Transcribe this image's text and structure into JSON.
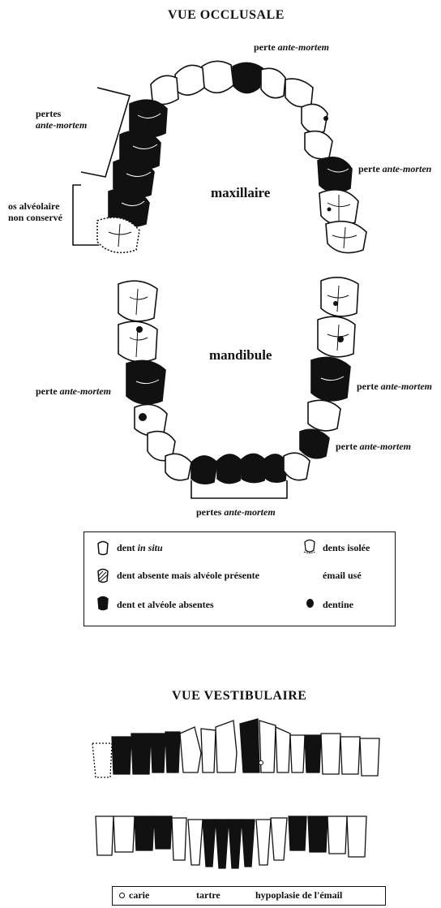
{
  "occlusal": {
    "title": "VUE OCCLUSALE",
    "maxillaire": "maxillaire",
    "mandibule": "mandibule",
    "labels": {
      "pertes_left_1": "pertes",
      "pertes_left_2": "ante-mortem",
      "os_1": "os alvéolaire",
      "os_2": "non conservé",
      "perte": "perte",
      "ante": "ante-mortem",
      "ante_cut": "ante-morten",
      "pertes": "pertes"
    }
  },
  "legend_top": {
    "in_situ_a": "dent",
    "in_situ_b": "in situ",
    "hatched": "dent absente mais alvéole présente",
    "black": "dent et alvéole absentes",
    "isolated": "dents isolée",
    "worn": "émail usé",
    "dentine": "dentine"
  },
  "vestibular": {
    "title": "VUE VESTIBULAIRE"
  },
  "legend_bottom": {
    "carie": "carie",
    "tartre": "tartre",
    "hypoplasie": "hypoplasie de l'émail"
  },
  "colors": {
    "ink": "#111111",
    "paper": "#ffffff"
  }
}
